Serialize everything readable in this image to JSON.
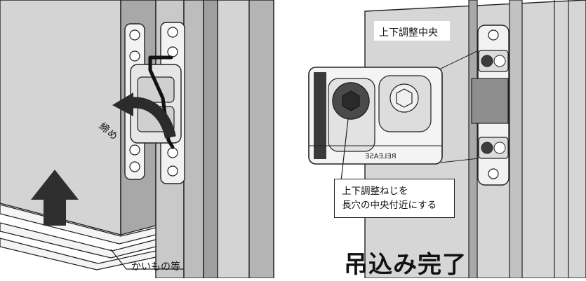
{
  "labels": {
    "tighten": "締め",
    "vertical_adjust_center": "上下調整中央",
    "instruction_line1": "上下調整ねじを",
    "instruction_line2": "長穴の中央付近にする",
    "shim_label": "かいもの等",
    "completion_title": "吊込み完了",
    "release_marking": "RELEASE"
  },
  "colors": {
    "door_panel": "#d2d2d2",
    "door_edge": "#9a9a9a",
    "frame": "#b7b7b7",
    "hinge_plate": "#f2f2f2",
    "screw_dark": "#3c3c3c",
    "arrow_dark": "#2b2b2b",
    "line": "#222222"
  },
  "icons": [
    "up-arrow-icon",
    "curved-arrow-icon",
    "hex-wrench-icon",
    "screw-icon",
    "hinge-icon"
  ]
}
